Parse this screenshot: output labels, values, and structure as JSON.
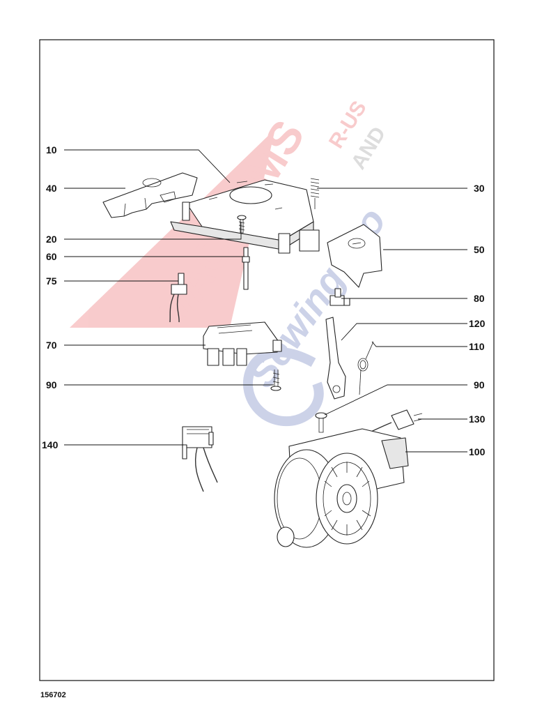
{
  "diagram": {
    "watermark": {
      "line1": "VACUUMS",
      "line2": "R-US",
      "line3": "AND",
      "line4": "Sewing too",
      "color_red": "#e8474a",
      "color_blue": "#4a5fb0"
    },
    "labels": {
      "l10": "10",
      "l40": "40",
      "l30": "30",
      "l20": "20",
      "l60": "60",
      "l50": "50",
      "l75": "75",
      "l80": "80",
      "l120": "120",
      "l70": "70",
      "l110": "110",
      "l90a": "90",
      "l90b": "90",
      "l130": "130",
      "l140": "140",
      "l100": "100"
    }
  },
  "footer": {
    "doc_id": "156702"
  }
}
